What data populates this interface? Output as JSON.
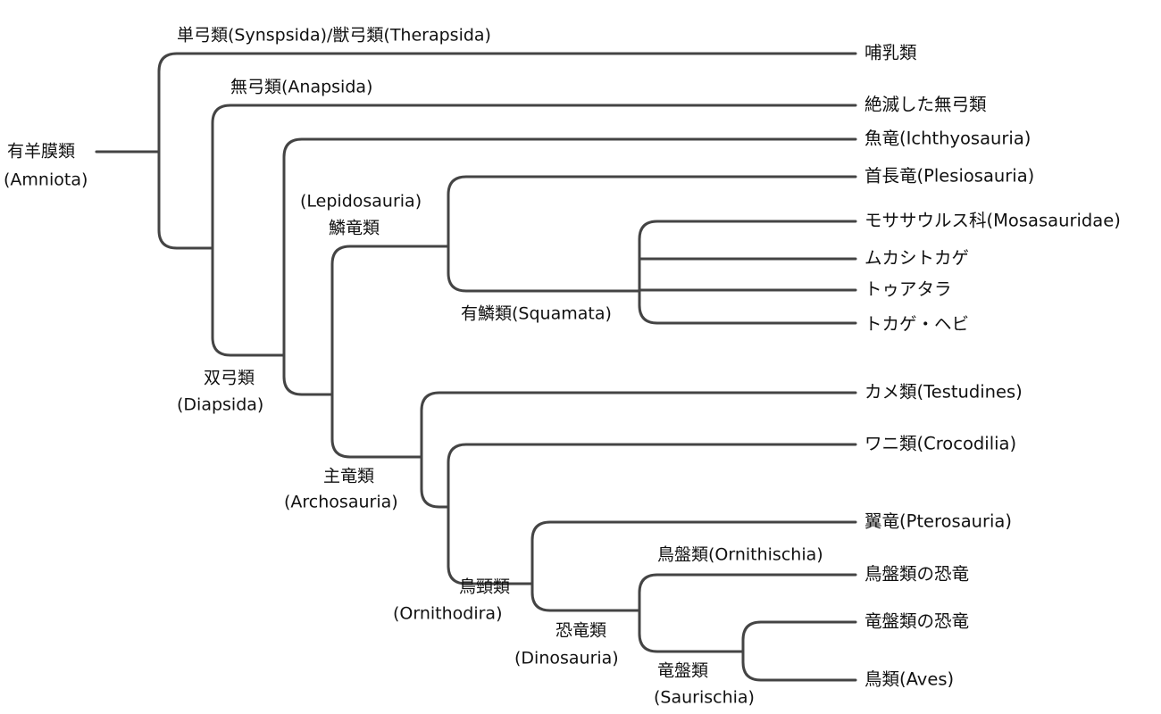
{
  "clades": {
    "amniota": {
      "ja": "有羊膜類",
      "latin": "(Amniota)"
    },
    "synapsida": "単弓類(Synspsida)/獣弓類(Therapsida)",
    "anapsida": "無弓類(Anapsida)",
    "diapsida": {
      "ja": "双弓類",
      "latin": "(Diapsida)"
    },
    "lepidosauria": {
      "latin": "(Lepidosauria)",
      "ja": "鱗竜類"
    },
    "squamata": "有鱗類(Squamata)",
    "archosauria": {
      "ja": "主竜類",
      "latin": "(Archosauria)"
    },
    "ornithodira": {
      "ja": "鳥頸類",
      "latin": "(Ornithodira)"
    },
    "dinosauria": {
      "ja": "恐竜類",
      "latin": "(Dinosauria)"
    },
    "ornithischia": "鳥盤類(Ornithischia)",
    "saurischia": {
      "ja": "竜盤類",
      "latin": "(Saurischia)"
    }
  },
  "leaves": {
    "mammals": "哺乳類",
    "extinct_anapsids": "絶滅した無弓類",
    "ichthyosauria": "魚竜(Ichthyosauria)",
    "plesiosauria": "首長竜(Plesiosauria)",
    "mosasauridae": "モササウルス科(Mosasauridae)",
    "mukashitokage": "ムカシトカゲ",
    "tuatara": "トゥアタラ",
    "lizards_snakes": "トカゲ・ヘビ",
    "testudines": "カメ類(Testudines)",
    "crocodilia": "ワニ類(Crocodilia)",
    "pterosauria": "翼竜(Pterosauria)",
    "ornithischian_dinosaurs": "鳥盤類の恐竜",
    "saurischian_dinosaurs": "竜盤類の恐竜",
    "aves": "鳥類(Aves)"
  }
}
